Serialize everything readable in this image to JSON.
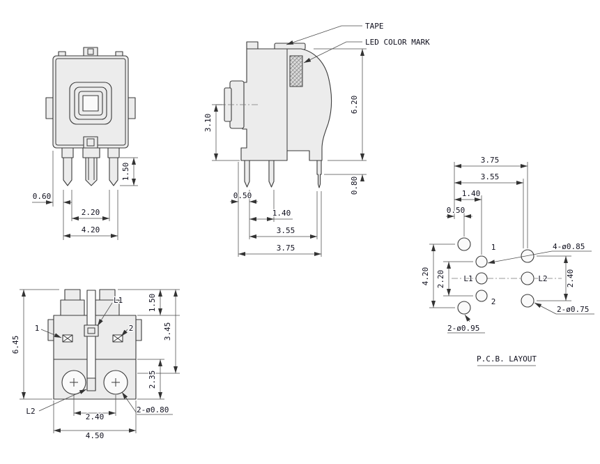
{
  "front_view": {
    "dim_pin_offset": "0.60",
    "dim_inner_pitch": "2.20",
    "dim_outer_pitch": "4.20",
    "dim_pin_length": "1.50"
  },
  "side_view": {
    "callout_tape": "TAPE",
    "callout_led_mark": "LED COLOR MARK",
    "dim_actuator": "3.10",
    "dim_height": "6.20",
    "dim_lead": "0.80",
    "dim_a": "0.50",
    "dim_b": "1.40",
    "dim_c": "3.55",
    "dim_d": "3.75"
  },
  "bottom_view": {
    "label_l1": "L1",
    "label_l2": "L2",
    "label_pin1": "1",
    "label_pin2": "2",
    "callout_holes": "2-ø0.80",
    "dim_total": "6.45",
    "dim_tab": "1.50",
    "dim_upper": "3.45",
    "dim_lower": "2.35",
    "dim_boss_pitch": "2.40",
    "dim_width": "4.50"
  },
  "pcb_layout": {
    "title": "P.C.B. LAYOUT",
    "label_l1": "L1",
    "label_l2": "L2",
    "label_pin1": "1",
    "label_pin2": "2",
    "callout_switch_holes": "4-ø0.85",
    "callout_led_holes": "2-ø0.75",
    "callout_boss_holes": "2-ø0.95",
    "dim_a": "0.50",
    "dim_b": "1.40",
    "dim_c": "3.55",
    "dim_d": "3.75",
    "dim_outer": "4.20",
    "dim_inner": "2.20",
    "dim_right": "2.40"
  }
}
